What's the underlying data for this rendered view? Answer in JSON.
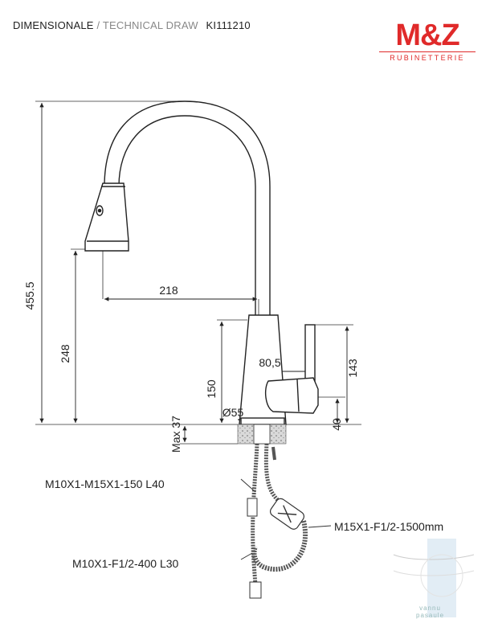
{
  "header": {
    "left_a": "DIMENSIONALE",
    "left_sep": " / ",
    "left_b": "TECHNICAL DRAW",
    "code": "KI111210"
  },
  "logo": {
    "brand": "M&Z",
    "sub": "RUBINETTERIE",
    "color": "#e02a2a"
  },
  "dimensions": {
    "height_total": "455.5",
    "height_spout": "248",
    "reach": "218",
    "body_height": "150",
    "lever_height": "143",
    "lever_offset": "80,5",
    "base_diameter": "Ø55",
    "base_height": "40",
    "max_thickness": "Max 37"
  },
  "hoses": {
    "hose_1": "M10X1-M15X1-150 L40",
    "hose_2": "M15X1-F1/2-1500mm",
    "hose_3": "M10X1-F1/2-400 L30"
  },
  "watermark": {
    "line1": "vannu",
    "line2": "pasaule"
  }
}
